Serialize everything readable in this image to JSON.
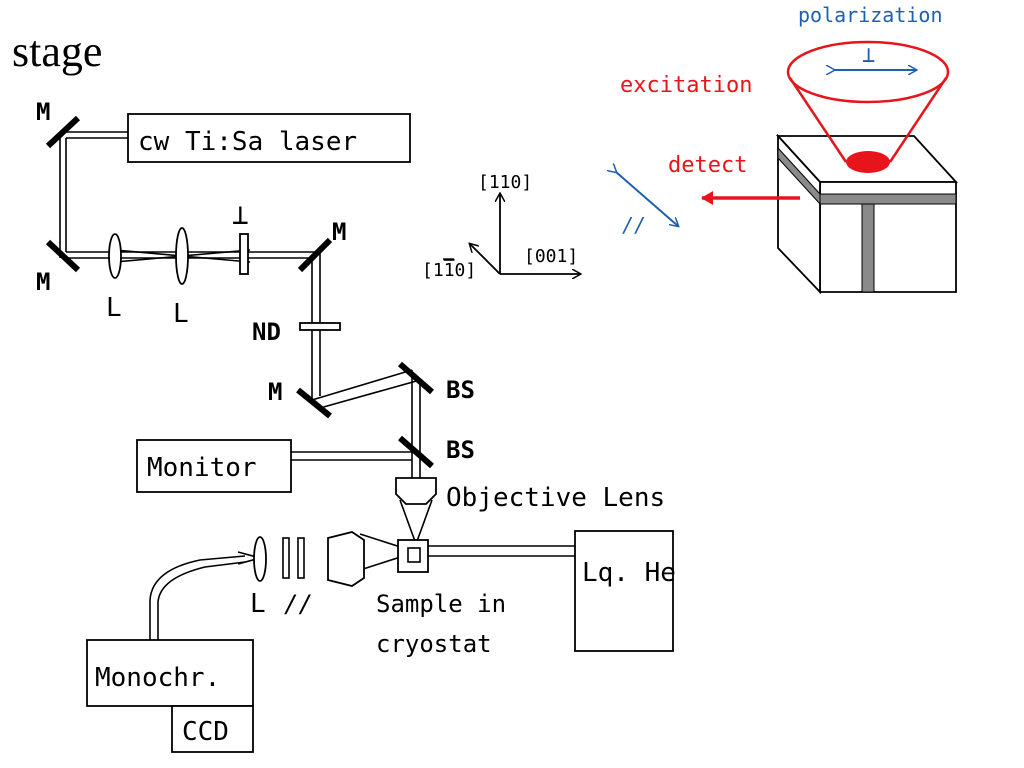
{
  "heading": "stage",
  "labels": {
    "mirror": "M",
    "lens": "L",
    "nd_filter": "ND",
    "beam_splitter": "BS",
    "polarizer_perp": "⊥",
    "polarizer_parallel": "//",
    "objective": "Objective Lens",
    "sample_line1": "Sample in",
    "sample_line2": "cryostat"
  },
  "boxes": {
    "laser": "cw Ti:Sa laser",
    "monitor": "Monitor",
    "lq_he": "Lq. He",
    "monochromator": "Monochr.",
    "ccd": "CCD"
  },
  "axes": {
    "up": "[110]",
    "right": "[001]",
    "diag_prefix": "[1",
    "diag_bar": "1",
    "diag_suffix": "0]"
  },
  "inset": {
    "polarization": "polarization",
    "perp": "⊥",
    "parallel": "//",
    "excitation": "excitation",
    "detect": "detect"
  },
  "colors": {
    "blue": "#1f5fb0",
    "red": "#e8141c",
    "gray": "#8a8a8a"
  }
}
